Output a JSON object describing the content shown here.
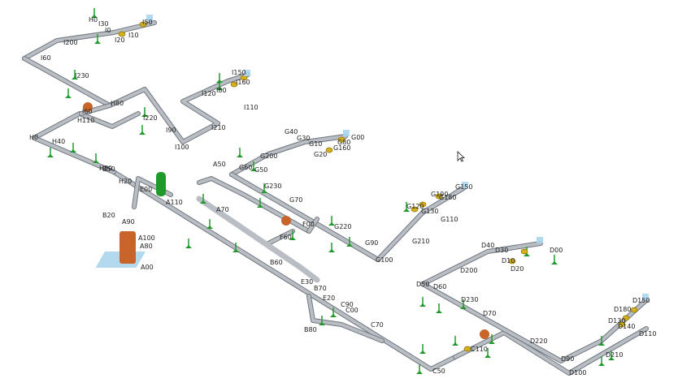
{
  "model": {
    "pipe_color": "#b9bec4",
    "pipe_dark": "#6f767d",
    "support_color": "#1f9a2b",
    "valve_color": "#d4b01e",
    "fitting_color": "#c8642a",
    "anchor_color": "#9fd0e8",
    "terminal_color": "#a8d6ee",
    "labels": [
      "H0",
      "I30",
      "I0",
      "I60",
      "I200",
      "I20",
      "I10",
      "I50",
      "I230",
      "H80",
      "I60",
      "H110",
      "H0",
      "H40",
      "I220",
      "I90",
      "I100",
      "I120",
      "I80",
      "I150",
      "I160",
      "I110",
      "I210",
      "G40",
      "G30",
      "G00",
      "G80",
      "G20",
      "G160",
      "G200",
      "G60",
      "G50",
      "G10",
      "H80",
      "H20",
      "E00",
      "B20",
      "A110",
      "A50",
      "A70",
      "A100",
      "A80",
      "A00",
      "B60",
      "G230",
      "G70",
      "F60",
      "F00",
      "G220",
      "G90",
      "G100",
      "G210",
      "G110",
      "G120",
      "G130",
      "G150",
      "G180",
      "G190",
      "D40",
      "D30",
      "D00",
      "D10",
      "D20",
      "D200",
      "D60",
      "D50",
      "E30",
      "B70",
      "E20",
      "C90",
      "C00",
      "B80",
      "C70",
      "D230",
      "D70",
      "C110",
      "C50",
      "D220",
      "D90",
      "D100",
      "D210",
      "D110",
      "D180",
      "D150",
      "D130",
      "D140",
      "B50",
      "A90"
    ]
  }
}
